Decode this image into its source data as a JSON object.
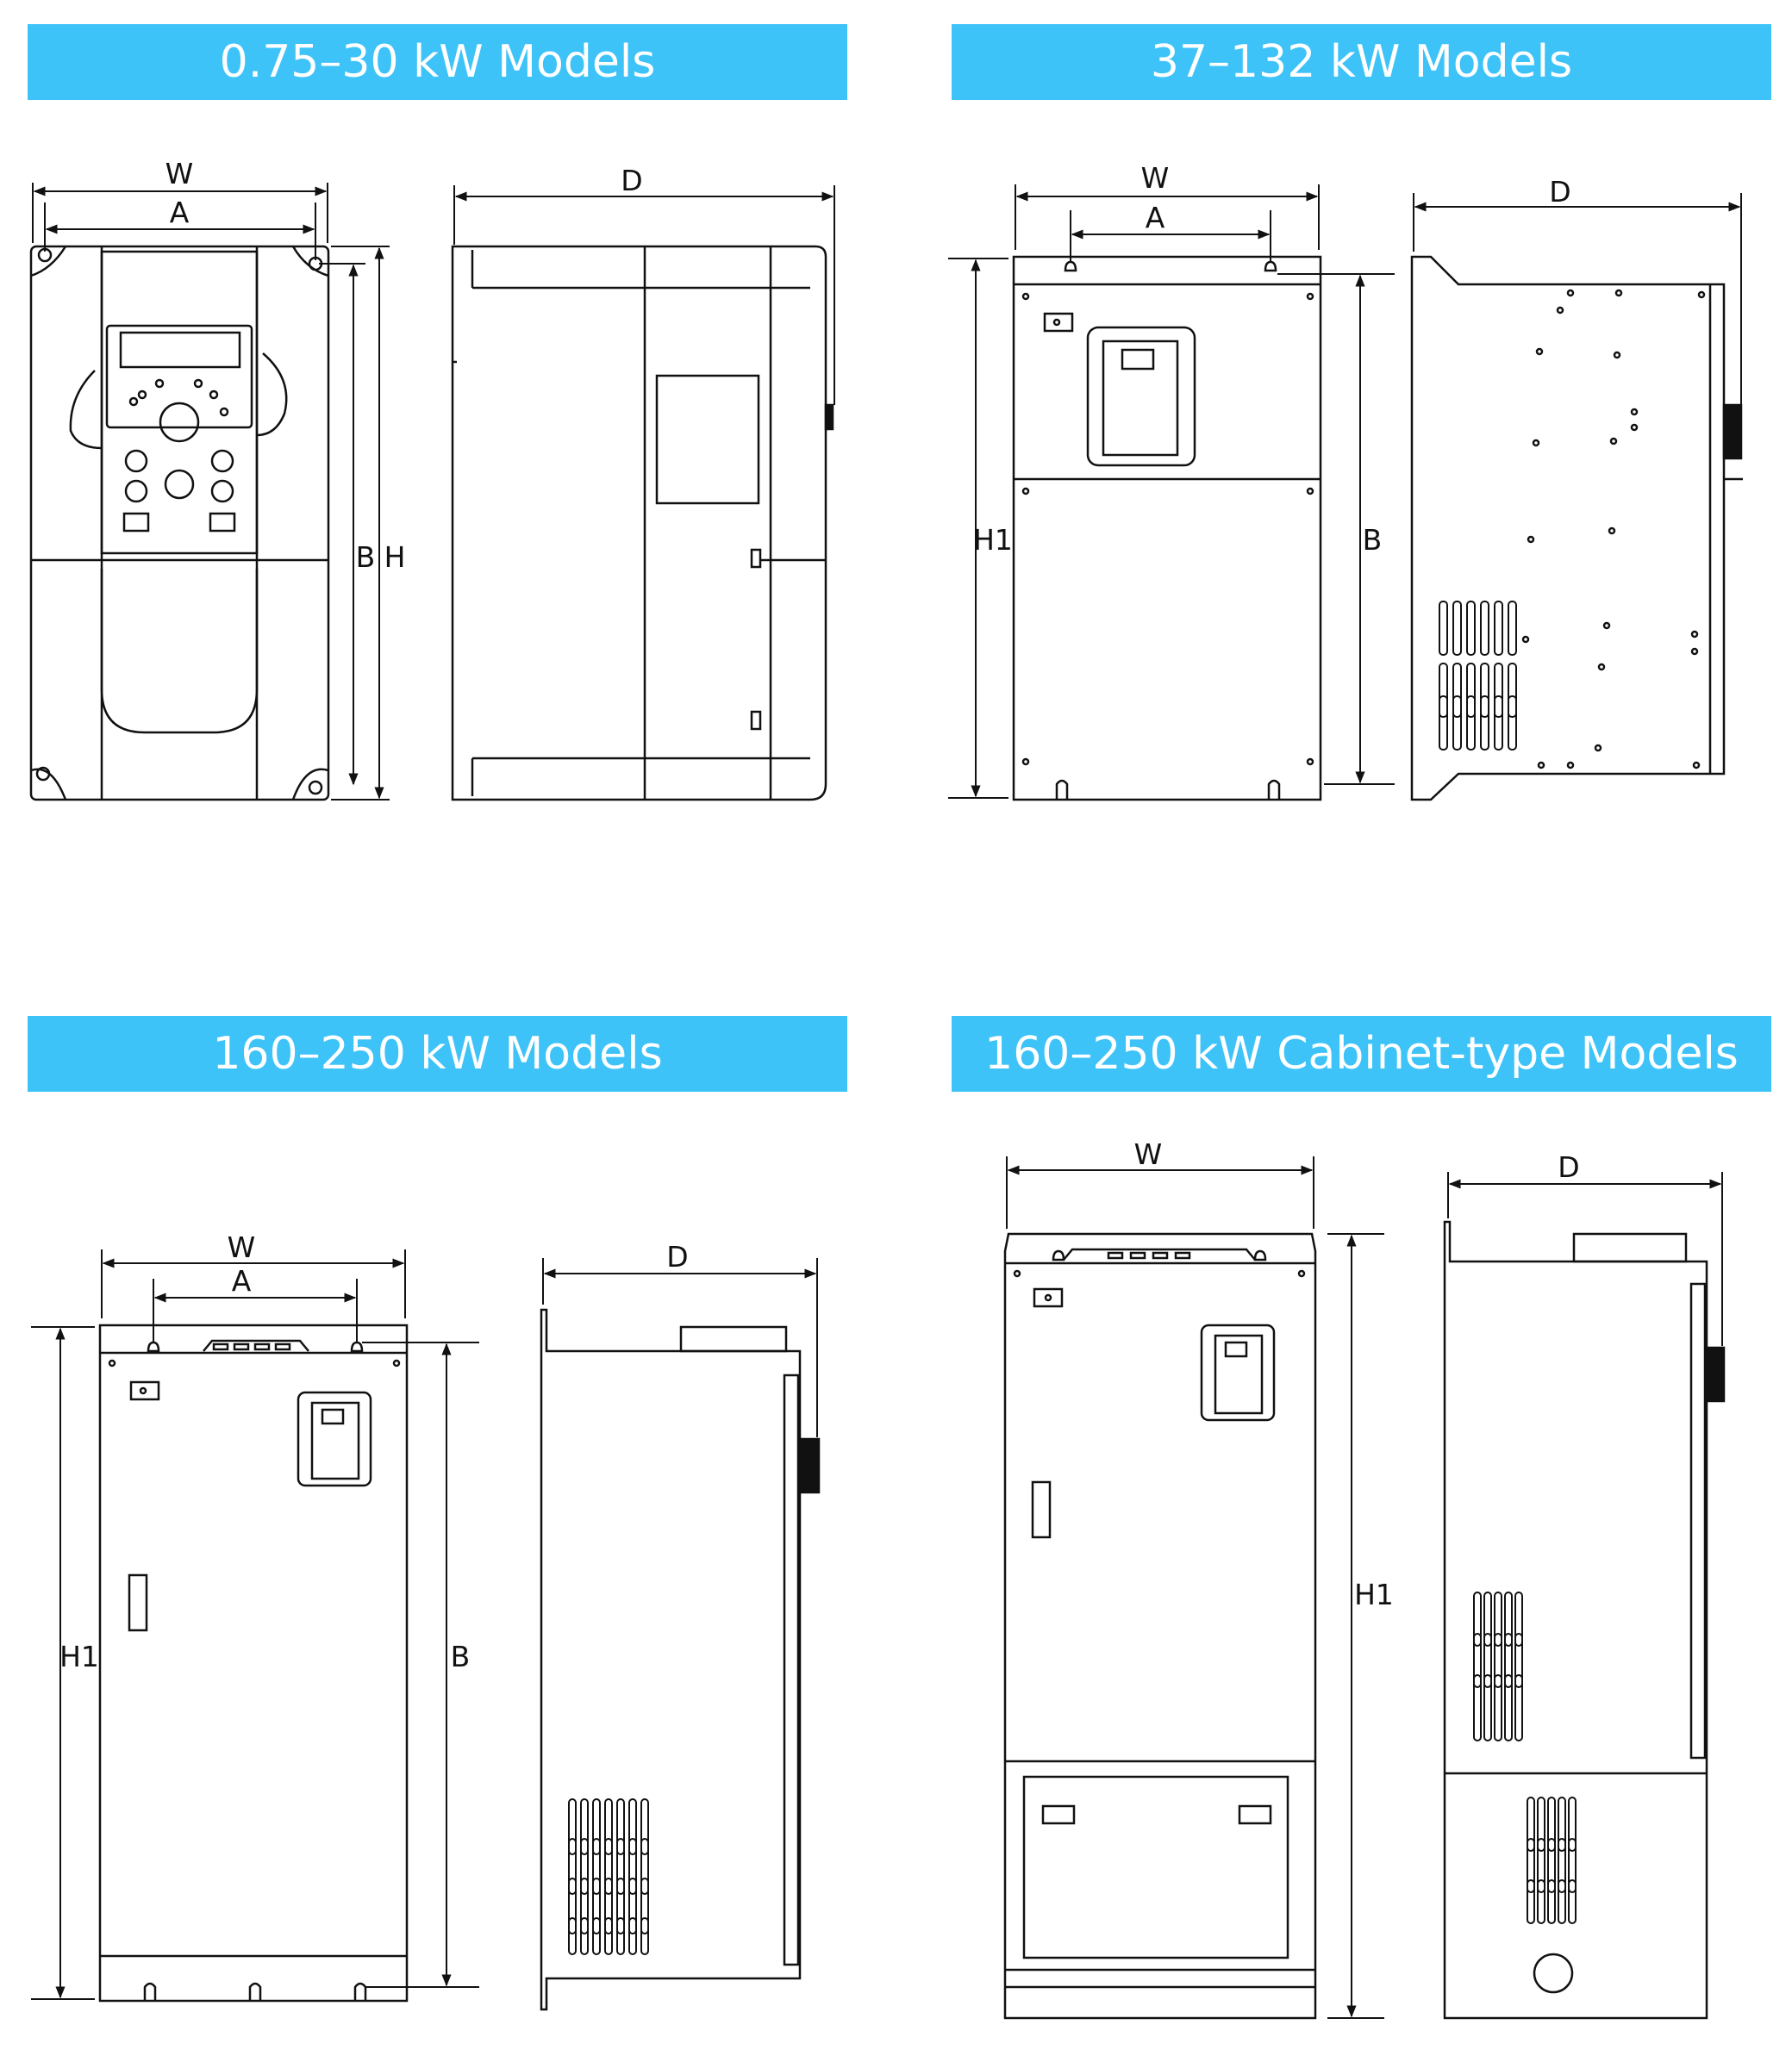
{
  "panels": {
    "p1": {
      "title": "0.75–30 kW Models",
      "w": "W",
      "a": "A",
      "b": "B",
      "h": "H",
      "d": "D"
    },
    "p2": {
      "title": "37–132 kW Models",
      "w": "W",
      "a": "A",
      "b": "B",
      "h1": "H1",
      "d": "D"
    },
    "p3": {
      "title": "160–250 kW Models",
      "w": "W",
      "a": "A",
      "b": "B",
      "h1": "H1",
      "d": "D"
    },
    "p4": {
      "title": "160–250 kW Cabinet-type Models",
      "w": "W",
      "h1": "H1",
      "d": "D"
    }
  },
  "colors": {
    "banner": "#3EC3F8",
    "line": "#111111"
  }
}
